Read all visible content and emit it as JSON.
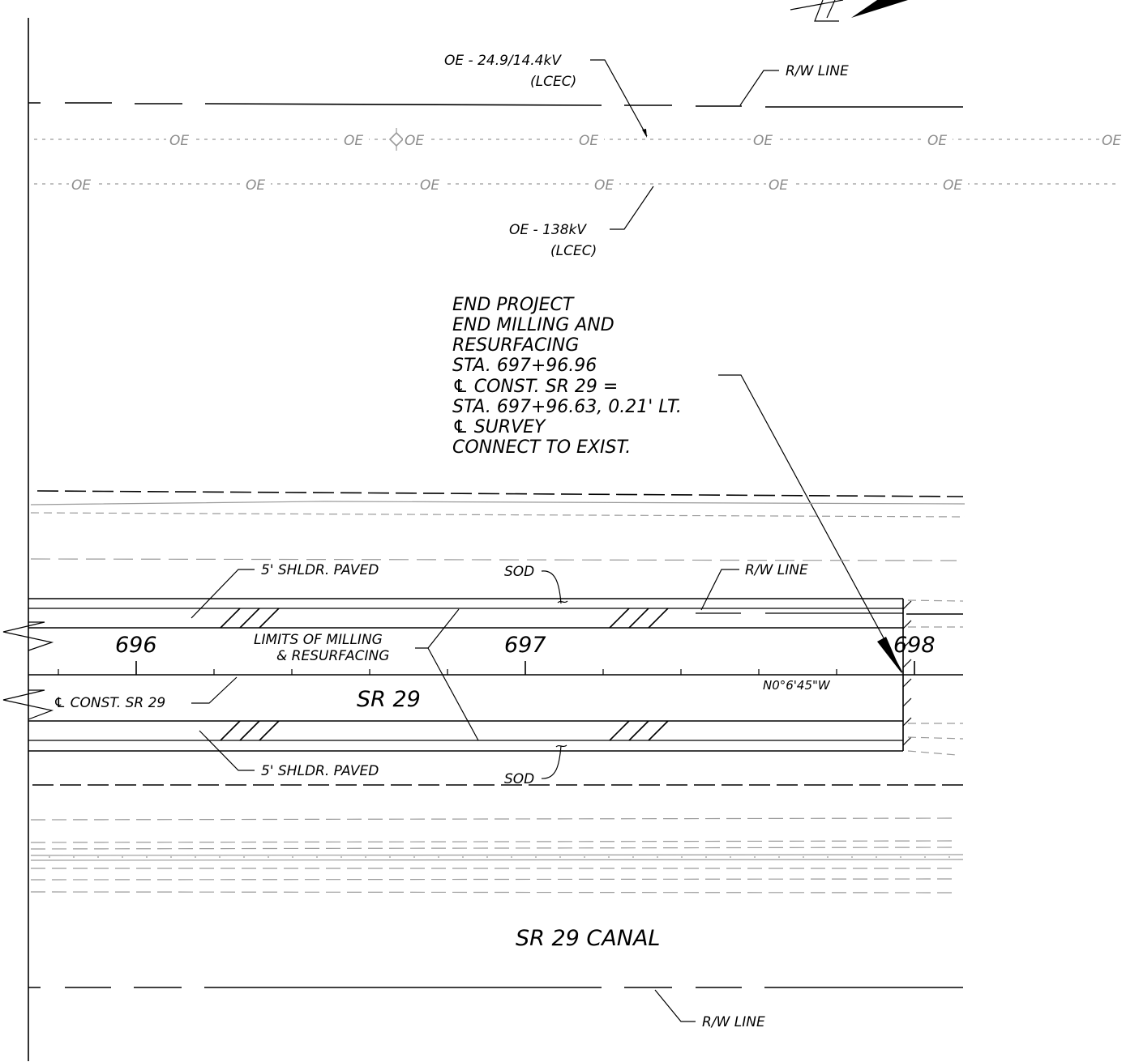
{
  "utilities": {
    "oe_label": "OE",
    "oe_upper_line1": "OE - 24.9/14.4kV",
    "oe_upper_line2": "(LCEC)",
    "oe_lower_line1": "OE - 138kV",
    "oe_lower_line2": "(LCEC)"
  },
  "rw_line_label": "R/W LINE",
  "end_project_note": {
    "lines": [
      "END PROJECT",
      "END MILLING AND",
      "RESURFACING",
      "STA. 697+96.96",
      "℄ CONST. SR 29 =",
      "STA. 697+96.63, 0.21' LT.",
      "℄ SURVEY",
      "CONNECT TO EXIST."
    ]
  },
  "shoulder_label": "5' SHLDR. PAVED",
  "sod_label": "SOD",
  "limits_label": {
    "line1": "LIMITS OF MILLING",
    "line2": "& RESURFACING"
  },
  "stations": [
    "696",
    "697",
    "698"
  ],
  "centerline_label": "℄ CONST. SR 29",
  "road_name": "SR 29",
  "bearing": "N0°6'45\"W",
  "canal_name": "SR 29 CANAL"
}
